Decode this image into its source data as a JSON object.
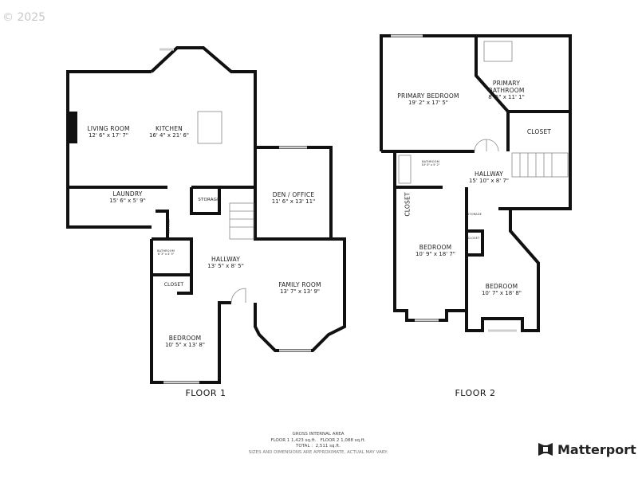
{
  "watermark": "© 2025",
  "floor1": {
    "label": "FLOOR 1",
    "rooms": [
      {
        "name": "LIVING ROOM",
        "dims": "12' 6\" x 17' 7\""
      },
      {
        "name": "KITCHEN",
        "dims": "16' 4\" x 21' 6\""
      },
      {
        "name": "LAUNDRY",
        "dims": "15' 6\" x 5' 9\""
      },
      {
        "name": "STORAGE",
        "dims": ""
      },
      {
        "name": "DEN / OFFICE",
        "dims": "11' 6\" x 13' 11\""
      },
      {
        "name": "STORAGE",
        "dims": ""
      },
      {
        "name": "BATHROOM",
        "dims": "6' 3\" x 4' 5\""
      },
      {
        "name": "HALLWAY",
        "dims": "13' 5\" x 8' 5\""
      },
      {
        "name": "CLOSET",
        "dims": ""
      },
      {
        "name": "FAMILY ROOM",
        "dims": "13' 7\" x 13' 9\""
      },
      {
        "name": "BEDROOM",
        "dims": "10' 5\" x 13' 8\""
      }
    ]
  },
  "floor2": {
    "label": "FLOOR 2",
    "rooms": [
      {
        "name": "PRIMARY BEDROOM",
        "dims": "19' 2\" x 17' 5\""
      },
      {
        "name": "PRIMARY BATHROOM",
        "dims": "8' 5\" x 11' 1\""
      },
      {
        "name": "CLOSET",
        "dims": ""
      },
      {
        "name": "BATHROOM",
        "dims": "10' 0\" x 5' 2\""
      },
      {
        "name": "HALLWAY",
        "dims": "15' 10\" x 8' 7\""
      },
      {
        "name": "CLOSET",
        "dims": ""
      },
      {
        "name": "STORAGE",
        "dims": ""
      },
      {
        "name": "CLOSET",
        "dims": ""
      },
      {
        "name": "BEDROOM",
        "dims": "10' 9\" x 18' 7\""
      },
      {
        "name": "BEDROOM",
        "dims": "10' 7\" x 18' 8\""
      }
    ]
  },
  "footer": {
    "title": "GROSS INTERNAL AREA",
    "floors_area": "FLOOR 1 1,423 sq.ft.   FLOOR 2 1,088 sq.ft.",
    "total": "TOTAL :  2,511 sq.ft.",
    "disclaimer": "SIZES AND DIMENSIONS ARE APPROXIMATE, ACTUAL MAY VARY."
  },
  "brand": {
    "name": "Matterport",
    "logo_icon": "matterport-logo-icon"
  },
  "colors": {
    "wall": "#111111",
    "window": "#cfcfcf",
    "fixture": "#888888"
  }
}
